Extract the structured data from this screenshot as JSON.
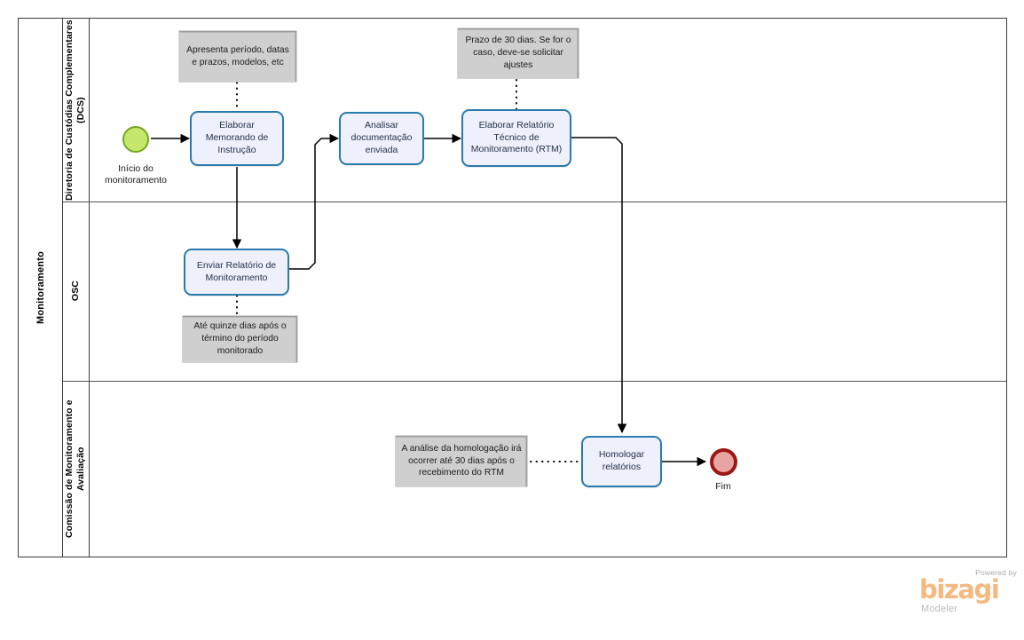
{
  "pool": {
    "name": "Monitoramento"
  },
  "lanes": [
    {
      "id": "dcs",
      "label": "Diretoria de Custódias Complementares (DCS)"
    },
    {
      "id": "osc",
      "label": "OSC"
    },
    {
      "id": "cma",
      "label": "Comissão de Monitoramento e Avaliação"
    }
  ],
  "events": [
    {
      "id": "start",
      "type": "start-event",
      "caption": "Início do monitoramento"
    },
    {
      "id": "end",
      "type": "end-event",
      "caption": "Fim"
    }
  ],
  "tasks": [
    {
      "id": "t1",
      "label": "Elaborar Memorando de Instrução"
    },
    {
      "id": "t2",
      "label": "Analisar documentação enviada"
    },
    {
      "id": "t3",
      "label": "Elaborar Relatório Técnico de Monitoramento (RTM)"
    },
    {
      "id": "t4",
      "label": "Enviar Relatório de Monitoramento"
    },
    {
      "id": "t5",
      "label": "Homologar relatórios"
    }
  ],
  "annotations": [
    {
      "id": "a1",
      "text": "Apresenta período, datas e prazos, modelos, etc"
    },
    {
      "id": "a2",
      "text": "Prazo de 30 dias. Se for o caso, deve-se solicitar ajustes"
    },
    {
      "id": "a3",
      "text": "Até quinze dias após o término do  período monitorado"
    },
    {
      "id": "a4",
      "text": "A análise da homologação irá ocorrer até 30 dias após o recebimento do RTM"
    }
  ],
  "footer": {
    "powered_by": "Powered by",
    "brand": "bizagi",
    "product": "Modeler"
  },
  "colors": {
    "task_fill": "#eef1fb",
    "task_border": "#2b7aad",
    "annotation_fill": "#cfcfcf",
    "start_fill": "#c5e86c",
    "start_border": "#76a521",
    "end_fill": "#e8a3a3",
    "end_border": "#9e1717",
    "brand_orange": "#f5b97f",
    "pool_border": "#3b3b3b"
  }
}
